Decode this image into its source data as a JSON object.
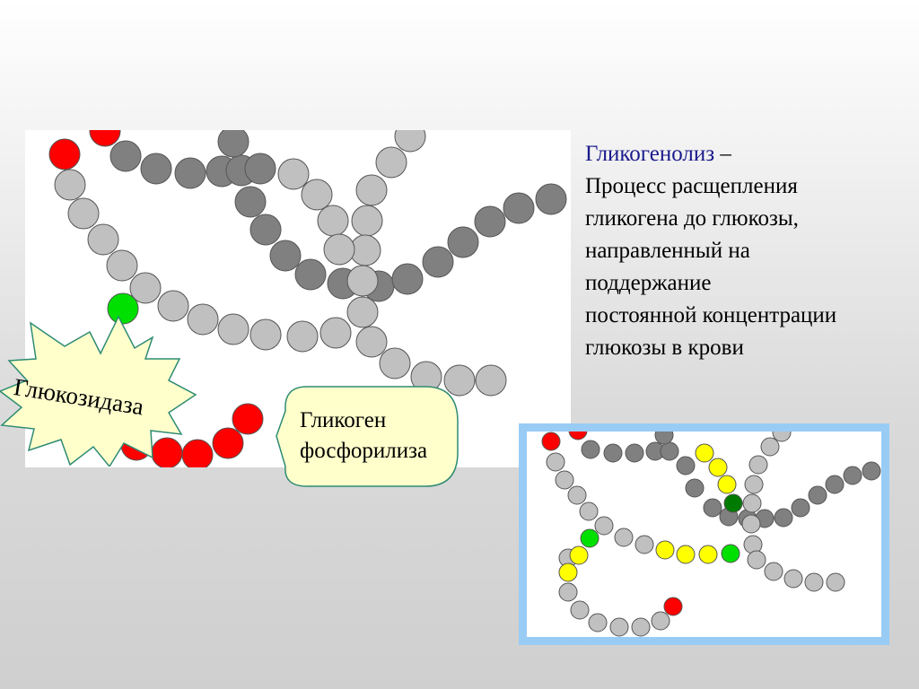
{
  "definition": {
    "term": "Гликогенолиз",
    "dash": " –",
    "lines": [
      "Процесс расщепления",
      "гликогена до глюкозы,",
      "направленный на",
      "поддержание",
      "постоянной концентрации",
      "глюкозы в крови"
    ]
  },
  "enzymes": {
    "glucosidase": "Глюкозидаза",
    "phosphorylase_lines": [
      "Гликоген",
      "фосфорилиза"
    ]
  },
  "colors": {
    "light_gray": "#c0c0c0",
    "dark_gray": "#808080",
    "red": "#ff0000",
    "green": "#00e000",
    "dark_green": "#007a00",
    "yellow": "#ffff00",
    "star_fill": "#ffffcc",
    "callout_border": "#2e8b74",
    "inset_border": "#99ccf5",
    "term_color": "#1a1a8c"
  }
}
